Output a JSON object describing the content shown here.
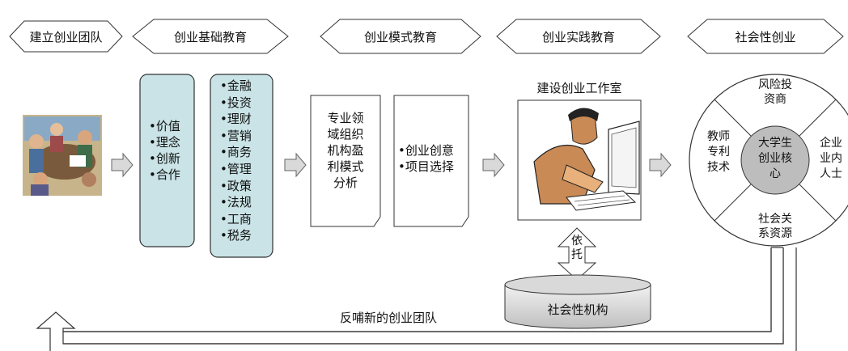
{
  "stages": [
    {
      "label": "建立创业团队"
    },
    {
      "label": "创业基础教育"
    },
    {
      "label": "创业模式教育"
    },
    {
      "label": "创业实践教育"
    },
    {
      "label": "社会性创业"
    }
  ],
  "values_box": {
    "items": [
      "•价值",
      "•理念",
      "•创新",
      "•合作"
    ]
  },
  "knowledge_box": {
    "items": [
      "•金融",
      "•投资",
      "•理财",
      "•营销",
      "•商务",
      "•管理",
      "•政策",
      "•法规",
      "•工商",
      "•税务"
    ]
  },
  "model_doc1": {
    "lines": [
      "专业领",
      "域组织",
      "机构盈",
      "利模式",
      "分析"
    ]
  },
  "model_doc2": {
    "lines": [
      "•创业创意",
      "•项目选择"
    ]
  },
  "studio": {
    "title": "建设创业工作室"
  },
  "support": {
    "label_lines": [
      "依",
      "托"
    ]
  },
  "institution": {
    "label": "社会性机构"
  },
  "circle": {
    "center_lines": [
      "大学生",
      "创业核",
      "心"
    ],
    "top_lines": [
      "风险投",
      "资商"
    ],
    "left_lines": [
      "教师",
      "专利",
      "技术"
    ],
    "right_lines": [
      "企业",
      "业内",
      "人士"
    ],
    "bottom_lines": [
      "社会关",
      "系资源"
    ]
  },
  "feedback": {
    "label": "反哺新的创业团队"
  },
  "colors": {
    "teal_fill": "#c9e3e6",
    "gray_arrow": "#d9d9d9",
    "cylinder": "#cccccc"
  }
}
